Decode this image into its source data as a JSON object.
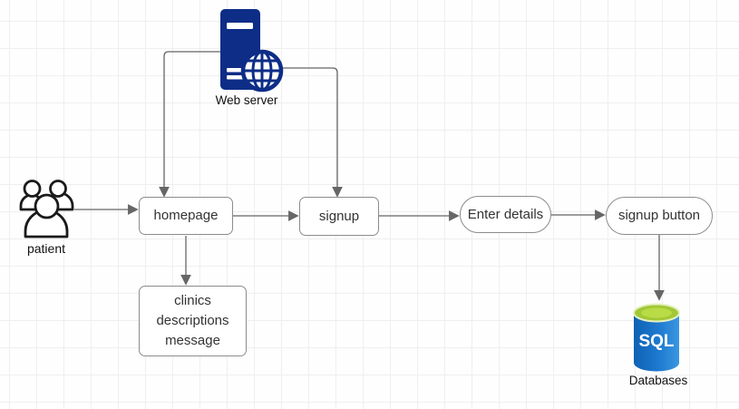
{
  "diagram": {
    "nodes": {
      "web_server": {
        "label": "Web server"
      },
      "patient": {
        "label": "patient"
      },
      "homepage": {
        "label": "homepage"
      },
      "signup": {
        "label": "signup"
      },
      "enter_details": {
        "label": "Enter details"
      },
      "signup_button": {
        "label": "signup button"
      },
      "clinics_message": {
        "label": "clinics descriptions message"
      },
      "databases": {
        "label": "Databases",
        "badge": "SQL"
      }
    },
    "icons": {
      "web_server": "server-tower-with-globe",
      "patient": "users-outline",
      "databases": "sql-database-cylinder"
    },
    "colors": {
      "server_navy": "#0d2d87",
      "sql_green": "#a2c837",
      "sql_blue_dark": "#0f62b5",
      "sql_blue_light": "#3194dd",
      "edge_gray": "#666666",
      "node_border": "#8c8c8c",
      "node_text": "#333333",
      "grid_line": "#efefef"
    }
  }
}
